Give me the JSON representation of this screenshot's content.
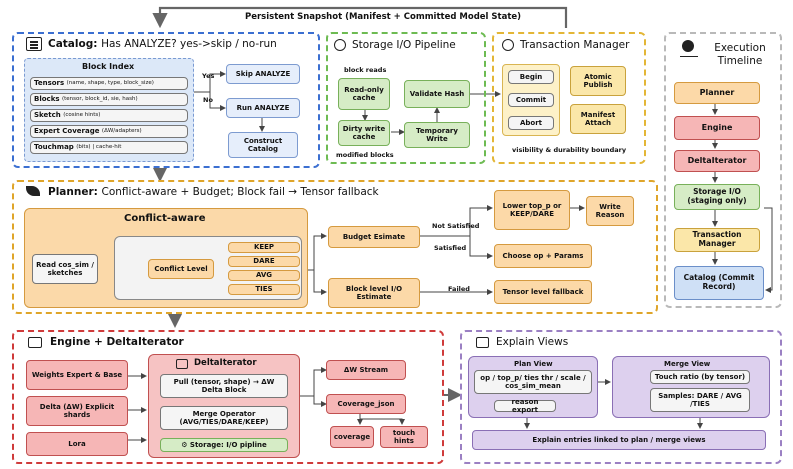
{
  "top": {
    "title": "Persistent Snapshot (Manifest + Committed Model State)"
  },
  "catalog": {
    "title_prefix": "Catalog:",
    "title_rest": "Has ANALYZE? yes->skip / no-run",
    "block_index": "Block Index",
    "rows": [
      {
        "head": "Tensors",
        "detail": "(name, shape, type, block_size)"
      },
      {
        "head": "Blocks",
        "detail": "(tensor, block_id, sie, hash)"
      },
      {
        "head": "Sketch",
        "detail": "(cosine hints)"
      },
      {
        "head": "Expert Coverage",
        "detail": "(ΔW/adapters)"
      },
      {
        "head": "Touchmap",
        "detail": "(bits) | cache-hit"
      }
    ],
    "yes": "Yes",
    "no": "No",
    "skip": "Skip ANALYZE",
    "run": "Run ANALYZE",
    "construct": "Construct Catalog"
  },
  "storage": {
    "title": "Storage I/O Pipeline",
    "block_reads": "block reads",
    "readonly": "Read-only cache",
    "dirty": "Dirty write cache",
    "validate": "Validate Hash",
    "temp": "Temporary Write",
    "modified": "modified blocks"
  },
  "txn": {
    "title": "Transaction Manager",
    "begin": "Begin",
    "commit": "Commit",
    "abort": "Abort",
    "atomic": "Atomic Publish",
    "manifest": "Manifest Attach",
    "boundary": "visibility & durability boundary"
  },
  "timeline": {
    "title": "Execution Timeline",
    "items": [
      "Planner",
      "Engine",
      "DeltaIterator",
      "Storage I/O (staging only)",
      "Transaction Manager",
      "Catalog (Commit Record)"
    ]
  },
  "planner": {
    "title_prefix": "Planner:",
    "title_rest": "Conflict-aware + Budget;  Block fail → Tensor fallback",
    "conflict_aware": "Conflict-aware",
    "read": "Read cos_sim / sketches",
    "conflict_level": "Conflict Level",
    "levels": [
      "KEEP",
      "DARE",
      "AVG",
      "TIES"
    ],
    "budget": "Budget Esimate",
    "block_io": "Block level I/O Estimate",
    "not_satisfied": "Not Satisfied",
    "satisfied": "Satisfied",
    "failed": "Failed",
    "lower": "Lower top_p or KEEP/DARE",
    "write_reason": "Write Reason",
    "choose": "Choose op + Params",
    "fallback": "Tensor level fallback"
  },
  "engine": {
    "title": "Engine + DeltaIterator",
    "weights": "Weights Expert & Base",
    "delta": "Delta (ΔW) Explicit shards",
    "lora": "Lora",
    "delta_iter": "DeltaIterator",
    "pull": "Pull (tensor, shape) → ΔW Delta Block",
    "merge_op": "Merge Operator (AVG/TIES/DARE/KEEP)",
    "storage_pipe": "Storage: I/O pipline",
    "dw_stream": "ΔW Stream",
    "coverage_json": "Coverage_json",
    "coverage": "coverage",
    "touch_hints": "touch hints"
  },
  "explain": {
    "title": "Explain Views",
    "plan_view": "Plan View",
    "plan_detail": "op / top_p/ ties thr / scale / cos_sim_mean",
    "reason_export": "reason export",
    "merge_view": "Merge View",
    "touch_ratio": "Touch ratio (by tensor)",
    "samples": "Samples: DARE / AVG /TIES",
    "entries": "Explain entries linked to plan / merge views"
  }
}
